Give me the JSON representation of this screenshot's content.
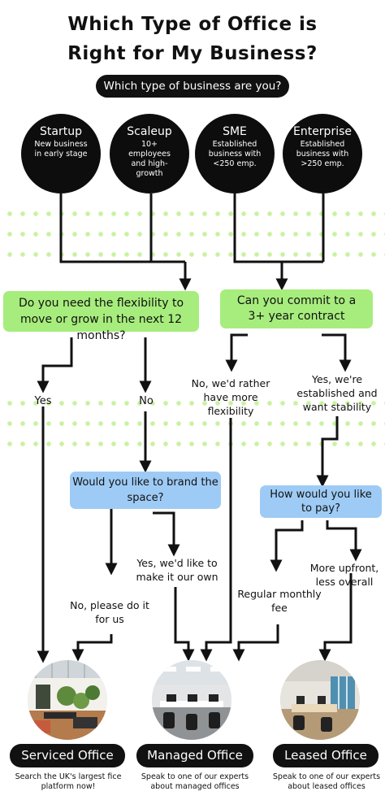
{
  "title": {
    "line1": "Which Type of Office is",
    "line2": "Right for My Business?"
  },
  "question_business": "Which type of business are you?",
  "business_types": [
    {
      "title": "Startup",
      "desc": "New business in early stage"
    },
    {
      "title": "Scaleup",
      "desc": "10+ employees and high-growth"
    },
    {
      "title": "SME",
      "desc": "Established business with <250 emp."
    },
    {
      "title": "Enterprise",
      "desc": "Established business with >250 emp."
    }
  ],
  "q_flexibility": "Do you need the flexibility to move or grow in the next 12 months?",
  "q_contract": "Can you commit to a 3+ year contract",
  "a_yes": "Yes",
  "a_no": "No",
  "a_no_flex": "No, we'd rather have more flexibility",
  "a_yes_stable": "Yes, we're established and want stability",
  "q_brand": "Would you like to brand the space?",
  "q_pay": "How would you like to pay?",
  "a_brand_yes": "Yes, we'd like to make it our own",
  "a_brand_no": "No, please do it for us",
  "a_pay_upfront": "More upfront, less overall",
  "a_pay_monthly": "Regular monthly fee",
  "offices": [
    {
      "name": "Serviced Office",
      "desc": "Search the UK's largest fice platform now!"
    },
    {
      "name": "Managed Office",
      "desc": "Speak to one of our experts about managed offices"
    },
    {
      "name": "Leased Office",
      "desc": "Speak to one of our experts about leased offices"
    }
  ],
  "colors": {
    "green": "#a7ed7d",
    "blue": "#9ecbf5",
    "dark": "#111111",
    "dots": "#c9f2a0"
  }
}
